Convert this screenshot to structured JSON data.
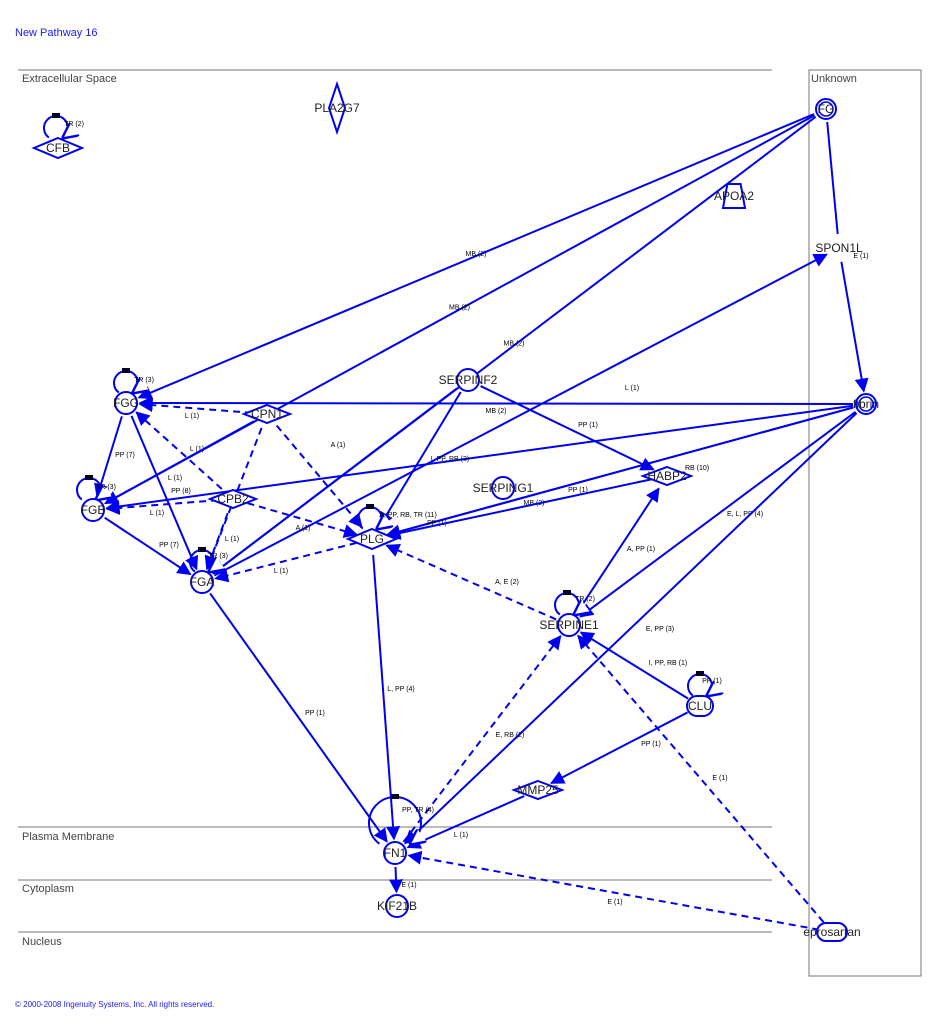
{
  "title": "New Pathway 16",
  "copyright": "© 2000-2008 Ingenuity Systems, Inc. All rights reserved.",
  "colors": {
    "edge": "#0000ee",
    "region_line": "#777777",
    "title": "#1a1aff"
  },
  "regions": [
    {
      "id": "extracellular",
      "label": "Extracellular Space"
    },
    {
      "id": "plasma",
      "label": "Plasma Membrane"
    },
    {
      "id": "cytoplasm",
      "label": "Cytoplasm"
    },
    {
      "id": "nucleus",
      "label": "Nucleus"
    },
    {
      "id": "unknown",
      "label": "Unknown"
    }
  ],
  "nodes": [
    {
      "id": "CFB",
      "label": "CFB"
    },
    {
      "id": "PLA2G7",
      "label": "PLA2G7"
    },
    {
      "id": "FG",
      "label": "FG"
    },
    {
      "id": "APOA2",
      "label": "APOA2"
    },
    {
      "id": "SPON1L",
      "label": "SPON1L"
    },
    {
      "id": "fibrin",
      "label": "fibrin"
    },
    {
      "id": "FGG",
      "label": "FGG"
    },
    {
      "id": "CPN1",
      "label": "CPN1"
    },
    {
      "id": "SERPINF2",
      "label": "SERPINF2"
    },
    {
      "id": "HABP2",
      "label": "HABP2"
    },
    {
      "id": "FGB",
      "label": "FGB"
    },
    {
      "id": "CPB2",
      "label": "CPB2"
    },
    {
      "id": "SERPING1",
      "label": "SERPING1"
    },
    {
      "id": "PLG",
      "label": "PLG"
    },
    {
      "id": "FGA",
      "label": "FGA"
    },
    {
      "id": "SERPINE1",
      "label": "SERPINE1"
    },
    {
      "id": "CLU",
      "label": "CLU"
    },
    {
      "id": "MMP25",
      "label": "MMP25"
    },
    {
      "id": "FN1",
      "label": "FN1"
    },
    {
      "id": "KIF21B",
      "label": "KIF21B"
    },
    {
      "id": "eprosartan",
      "label": "eprosartan"
    }
  ],
  "edges": [
    {
      "from": "FG",
      "to": "FGG",
      "label": "MB (2)",
      "dashed": false
    },
    {
      "from": "FG",
      "to": "FGB",
      "label": "MB (2)",
      "dashed": false
    },
    {
      "from": "FG",
      "to": "FGA",
      "label": "MB (2)",
      "dashed": false
    },
    {
      "from": "FG",
      "to": "SPON1L",
      "label": "",
      "dashed": false
    },
    {
      "from": "SPON1L",
      "to": "fibrin",
      "label": "E (1)",
      "dashed": false
    },
    {
      "from": "FGA",
      "to": "SPON1L",
      "label": "L (1)",
      "dashed": false
    },
    {
      "from": "fibrin",
      "to": "FGG",
      "label": "MB (2)",
      "dashed": false
    },
    {
      "from": "fibrin",
      "to": "FGB",
      "label": "I, PP, RB (3)",
      "dashed": false
    },
    {
      "from": "fibrin",
      "to": "PLG",
      "label": "PP (1)",
      "dashed": false
    },
    {
      "from": "fibrin",
      "to": "PLG",
      "label": "MB (2)",
      "dashed": false
    },
    {
      "from": "fibrin",
      "to": "SERPINE1",
      "label": "E, L, PP (4)",
      "dashed": false
    },
    {
      "from": "fibrin",
      "to": "FN1",
      "label": "E, PP (3)",
      "dashed": false
    },
    {
      "from": "SERPINF2",
      "to": "PLG",
      "label": "PP (1)",
      "dashed": false
    },
    {
      "from": "SERPINF2",
      "to": "FGA",
      "label": "",
      "dashed": false
    },
    {
      "from": "SERPINF2",
      "to": "HABP2",
      "label": "PP (1)",
      "dashed": false
    },
    {
      "from": "HABP2",
      "to": "PLG",
      "label": "RB (10)",
      "dashed": false
    },
    {
      "from": "SERPINE1",
      "to": "HABP2",
      "label": "A, PP (1)",
      "dashed": false
    },
    {
      "from": "CPN1",
      "to": "FGG",
      "label": "L (1)",
      "dashed": true
    },
    {
      "from": "CPN1",
      "to": "FGA",
      "label": "L (1)",
      "dashed": true
    },
    {
      "from": "CPN1",
      "to": "PLG",
      "label": "A (1)",
      "dashed": true
    },
    {
      "from": "CPN1",
      "to": "FGB",
      "label": "",
      "dashed": false
    },
    {
      "from": "CPB2",
      "to": "FGG",
      "label": "L (1)",
      "dashed": true
    },
    {
      "from": "CPB2",
      "to": "FGB",
      "label": "L (1)",
      "dashed": true
    },
    {
      "from": "CPB2",
      "to": "FGA",
      "label": "L (1)",
      "dashed": true
    },
    {
      "from": "CPB2",
      "to": "PLG",
      "label": "A (1)",
      "dashed": true
    },
    {
      "from": "FGG",
      "to": "FGB",
      "label": "PP (7)",
      "dashed": false
    },
    {
      "from": "FGG",
      "to": "FGA",
      "label": "PP (8)",
      "dashed": false
    },
    {
      "from": "FGB",
      "to": "FGA",
      "label": "PP (7)",
      "dashed": false
    },
    {
      "from": "PLG",
      "to": "FGA",
      "label": "L (1)",
      "dashed": true
    },
    {
      "from": "SERPINE1",
      "to": "PLG",
      "label": "A, E (2)",
      "dashed": true
    },
    {
      "from": "PLG",
      "to": "FN1",
      "label": "L, PP (4)",
      "dashed": false
    },
    {
      "from": "FGA",
      "to": "FN1",
      "label": "PP (1)",
      "dashed": false
    },
    {
      "from": "FN1",
      "to": "SERPINE1",
      "label": "E, RB (2)",
      "dashed": true
    },
    {
      "from": "CLU",
      "to": "SERPINE1",
      "label": "I, PP, RB (1)",
      "dashed": false
    },
    {
      "from": "CLU",
      "to": "MMP25",
      "label": "PP (1)",
      "dashed": false
    },
    {
      "from": "MMP25",
      "to": "FN1",
      "label": "L (1)",
      "dashed": false
    },
    {
      "from": "eprosartan",
      "to": "SERPINE1",
      "label": "E (1)",
      "dashed": true
    },
    {
      "from": "eprosartan",
      "to": "FN1",
      "label": "E (1)",
      "dashed": true
    },
    {
      "from": "FN1",
      "to": "KIF21B",
      "label": "E (1)",
      "dashed": false
    }
  ],
  "self_loops": [
    {
      "node": "CFB",
      "label": "TR (2)"
    },
    {
      "node": "FGG",
      "label": "TR (3)"
    },
    {
      "node": "FGB",
      "label": "TR (3)"
    },
    {
      "node": "FGA",
      "label": "TR (3)"
    },
    {
      "node": "PLG",
      "label": "A, PP, RB, TR (11)"
    },
    {
      "node": "SERPINE1",
      "label": "TR (2)"
    },
    {
      "node": "CLU",
      "label": "PP (1)"
    },
    {
      "node": "FN1",
      "label": "PP, TR (4)"
    }
  ]
}
